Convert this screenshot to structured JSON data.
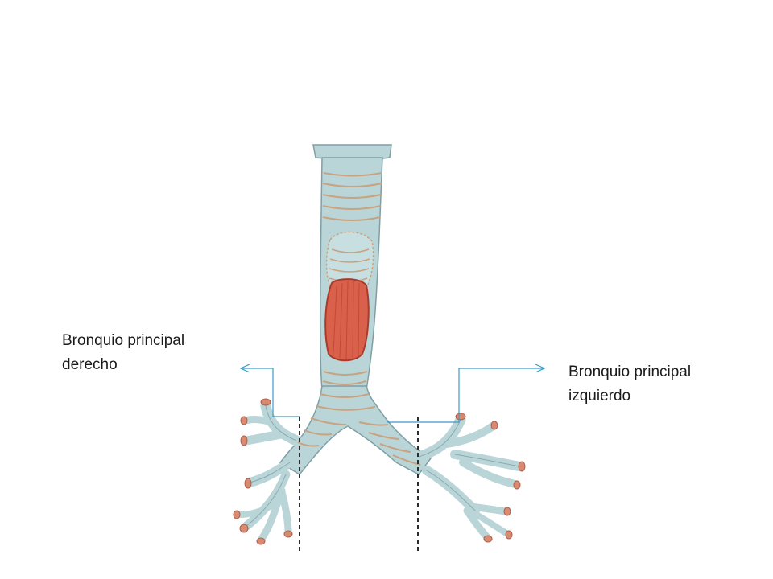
{
  "labels": {
    "right_bronchus": {
      "line1": "Bronquio principal",
      "line2": "derecho"
    },
    "left_bronchus": {
      "line1": "Bronquio principal",
      "line2": "izquierdo"
    }
  },
  "colors": {
    "airway_fill": "#b9d5d8",
    "airway_stroke": "#7f9fa5",
    "cartilage_ring": "#c9a27f",
    "muscle": "#d9604a",
    "muscle_edge": "#a93a2c",
    "leader_line": "#3b9bc7",
    "dashed_line": "#2b2b2b",
    "text": "#1a1a1a"
  }
}
